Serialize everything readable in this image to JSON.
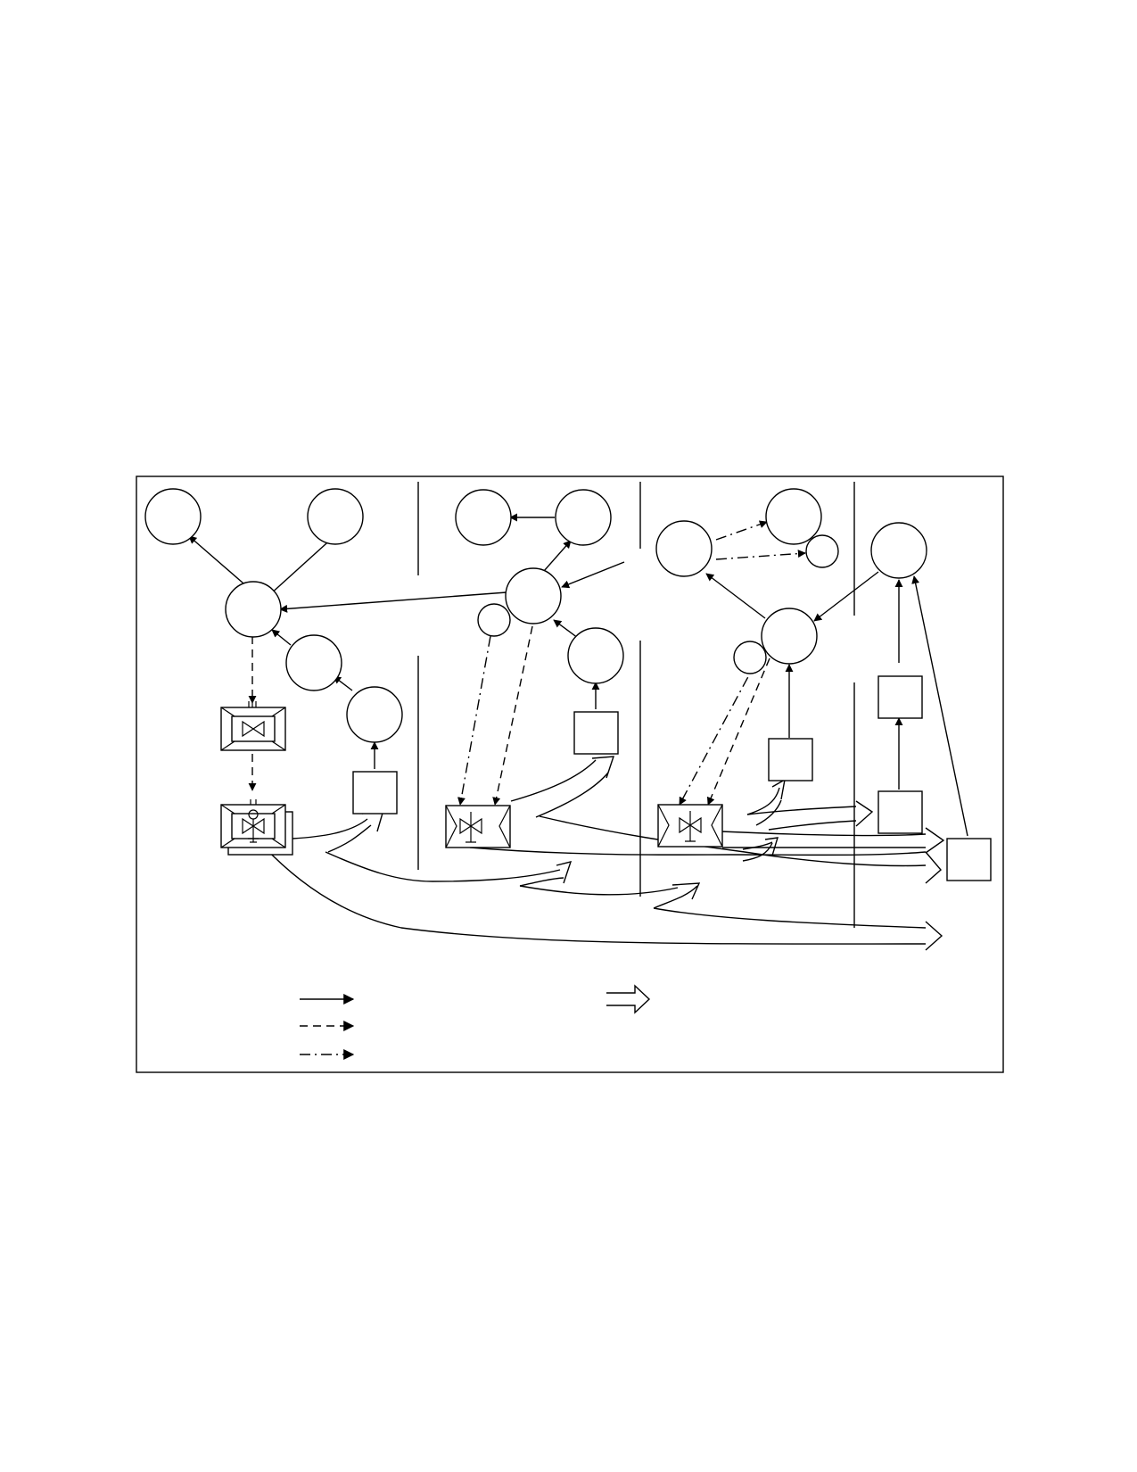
{
  "colors": {
    "ink": "#000000",
    "paper": "#ffffff"
  },
  "diagram": {
    "kind": "flow diagram with four vertical columns",
    "column_count": 4,
    "legend": {
      "entries": [
        {
          "line_style": "solid",
          "label": ""
        },
        {
          "line_style": "dashed",
          "label": ""
        },
        {
          "line_style": "dash-dot",
          "label": ""
        },
        {
          "line_style": "hollow-double-arrow",
          "label": ""
        }
      ]
    }
  }
}
